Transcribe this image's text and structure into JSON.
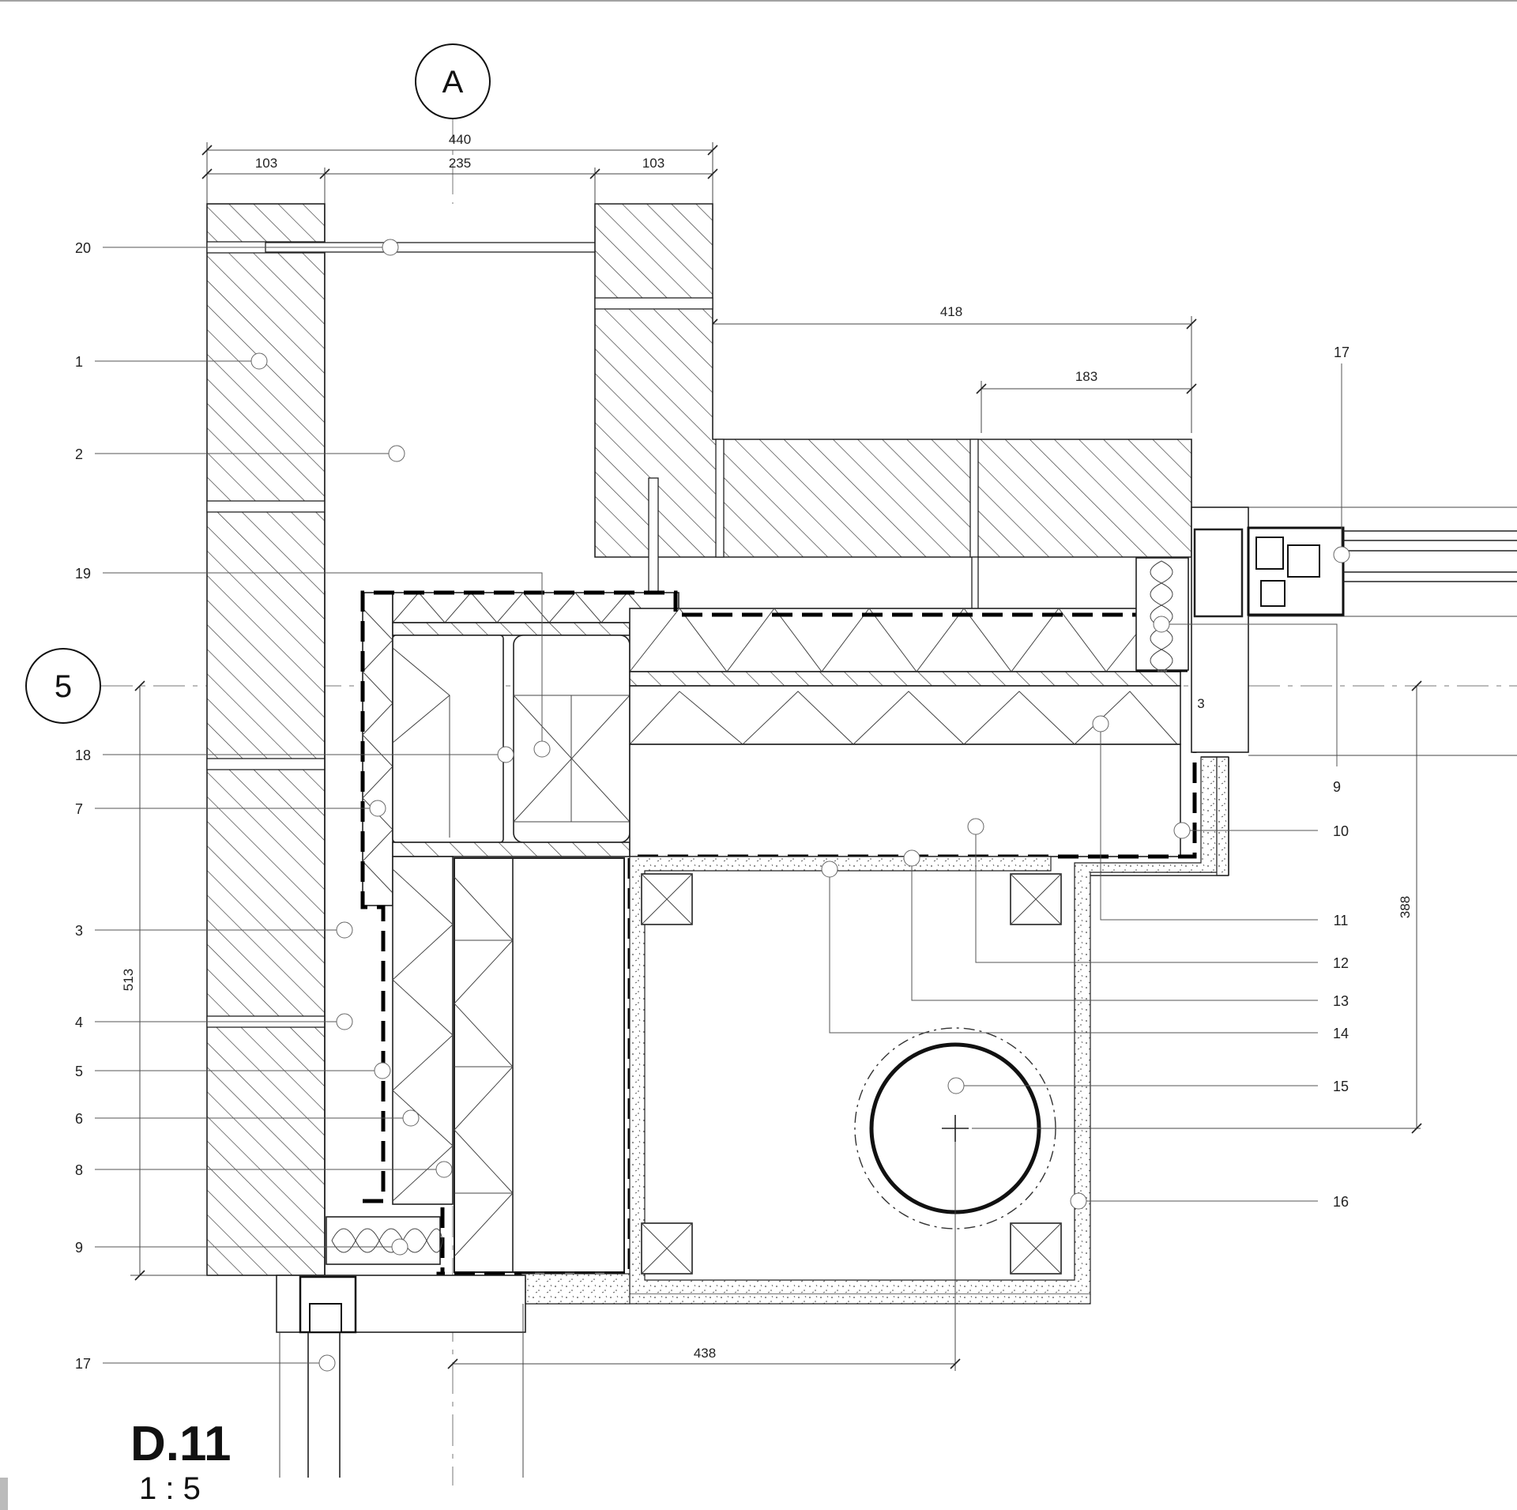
{
  "title": "D.11",
  "scale": "1 : 5",
  "grid_markers": {
    "column": "A",
    "row": "5"
  },
  "dimensions": {
    "total_width": "440",
    "left_leaf": "103",
    "cavity": "235",
    "right_leaf": "103",
    "upper_overall": "418",
    "upper_partial": "183",
    "left_height": "513",
    "right_height": "388",
    "bottom_run": "438",
    "small_gap": "3"
  },
  "callouts_left": [
    "20",
    "1",
    "2",
    "19",
    "18",
    "7",
    "3",
    "4",
    "5",
    "6",
    "8",
    "9",
    "17"
  ],
  "callouts_right": [
    "17",
    "9",
    "10",
    "11",
    "12",
    "13",
    "14",
    "15",
    "16"
  ],
  "colors": {
    "ink": "#111111",
    "paper": "#ffffff"
  }
}
